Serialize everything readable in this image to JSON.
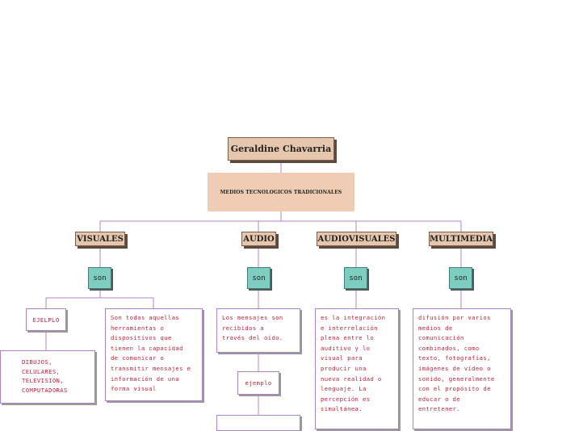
{
  "author": "Geraldine Chavarria",
  "topic": "MEDIOS TECNOLOGICOS TRADICIONALES",
  "categories": {
    "visuales": {
      "label": "VISUALES",
      "link": "son",
      "example_label": "EJELPLO",
      "examples": "DIBUJOS,\nCELULARES,\nTELEVISION,\nCOMPUTADORAS",
      "definition": "Son todas aquellas\nherramientas o\ndispositivos que\ntienen la capacidad\nde comunicar o\ntransmitir mensajes e\ninformación de una\nforma visual"
    },
    "audio": {
      "label": "AUDIO",
      "link": "son",
      "definition": "Los mensajes son\nrecibidos a\ntravés del oído.",
      "example_label": "ejemplo"
    },
    "audiovisuales": {
      "label": "AUDIOVISUALES",
      "link": "son",
      "definition": "es la integración\ne interrelación\nplena entre lo\nauditivo y lo\nvisual para\nproducir una\nnueva realidad o\nlenguaje. La\npercepción es\nsimultánea."
    },
    "multimedia": {
      "label": "MULTIMEDIA",
      "link": "son",
      "definition": "difusión por varios\nmedios de\ncomunicación\ncombinados, como\ntexto, fotografías,\nimágenes de vídeo o\nsonido, generalmente\ncon el propósito de\neducar o de\nentretener."
    }
  },
  "colors": {
    "title_fill": "#e6c7ad",
    "son_fill": "#7dcdc0",
    "connector": "#b083c8",
    "text": "#c0203a"
  }
}
